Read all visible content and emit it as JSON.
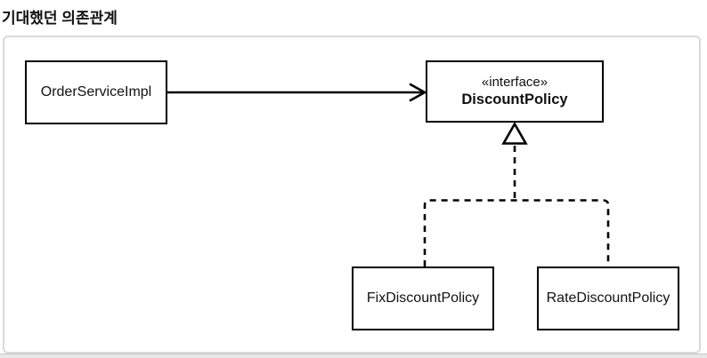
{
  "page": {
    "title": "기대했던 의존관계"
  },
  "diagram": {
    "nodes": [
      {
        "id": "order-service-impl",
        "kind": "class",
        "label": "OrderServiceImpl"
      },
      {
        "id": "discount-policy",
        "kind": "interface",
        "stereotype": "«interface»",
        "label": "DiscountPolicy"
      },
      {
        "id": "fix-discount-policy",
        "kind": "class",
        "label": "FixDiscountPolicy"
      },
      {
        "id": "rate-discount-policy",
        "kind": "class",
        "label": "RateDiscountPolicy"
      }
    ],
    "edges": [
      {
        "from": "OrderServiceImpl",
        "to": "DiscountPolicy",
        "type": "dependency",
        "style": "solid-line-open-arrowhead"
      },
      {
        "from": "FixDiscountPolicy",
        "to": "DiscountPolicy",
        "type": "realization",
        "style": "dashed-line-hollow-triangle"
      },
      {
        "from": "RateDiscountPolicy",
        "to": "DiscountPolicy",
        "type": "realization",
        "style": "dashed-line-hollow-triangle"
      }
    ],
    "colors": {
      "line": "#000000",
      "box_border": "#000000",
      "box_fill": "#ffffff",
      "frame_border": "#d9d9d9",
      "background": "#ffffff"
    }
  }
}
